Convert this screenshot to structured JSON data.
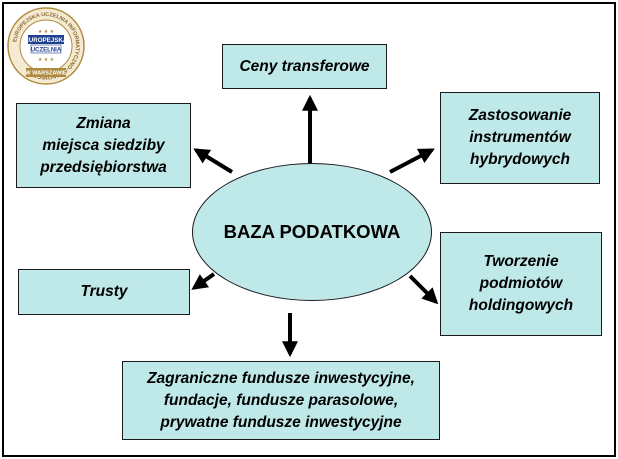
{
  "logo": {
    "ring_text": "EUROPEJSKA UCZELNIA INFORMATYCZNO-EKONOMICZNA",
    "inner_line1": "EUROPEJSKA",
    "inner_line2": "UCZELNIA",
    "bottom_text": "W WARSZAWIE"
  },
  "diagram": {
    "center": "BAZA PODATKOWA",
    "nodes": {
      "ceny": "Ceny transferowe",
      "zmiana": "Zmiana\nmiejsca siedziby\nprzedsiębiorstwa",
      "zastosowanie": "Zastosowanie\ninstrumentów\nhybrydowych",
      "trusty": "Trusty",
      "tworzenie": "Tworzenie\npodmiotów\nholdingowych",
      "zagraniczne": "Zagraniczne fundusze inwestycyjne,\nfundacje, fundusze parasolowe,\nprywatne fundusze inwestycyjne"
    }
  },
  "colors": {
    "box_fill": "#bfe8e8",
    "outline": "#1a1a1a",
    "logo_gold": "#b08a3e",
    "logo_blue": "#1f3f8f"
  }
}
